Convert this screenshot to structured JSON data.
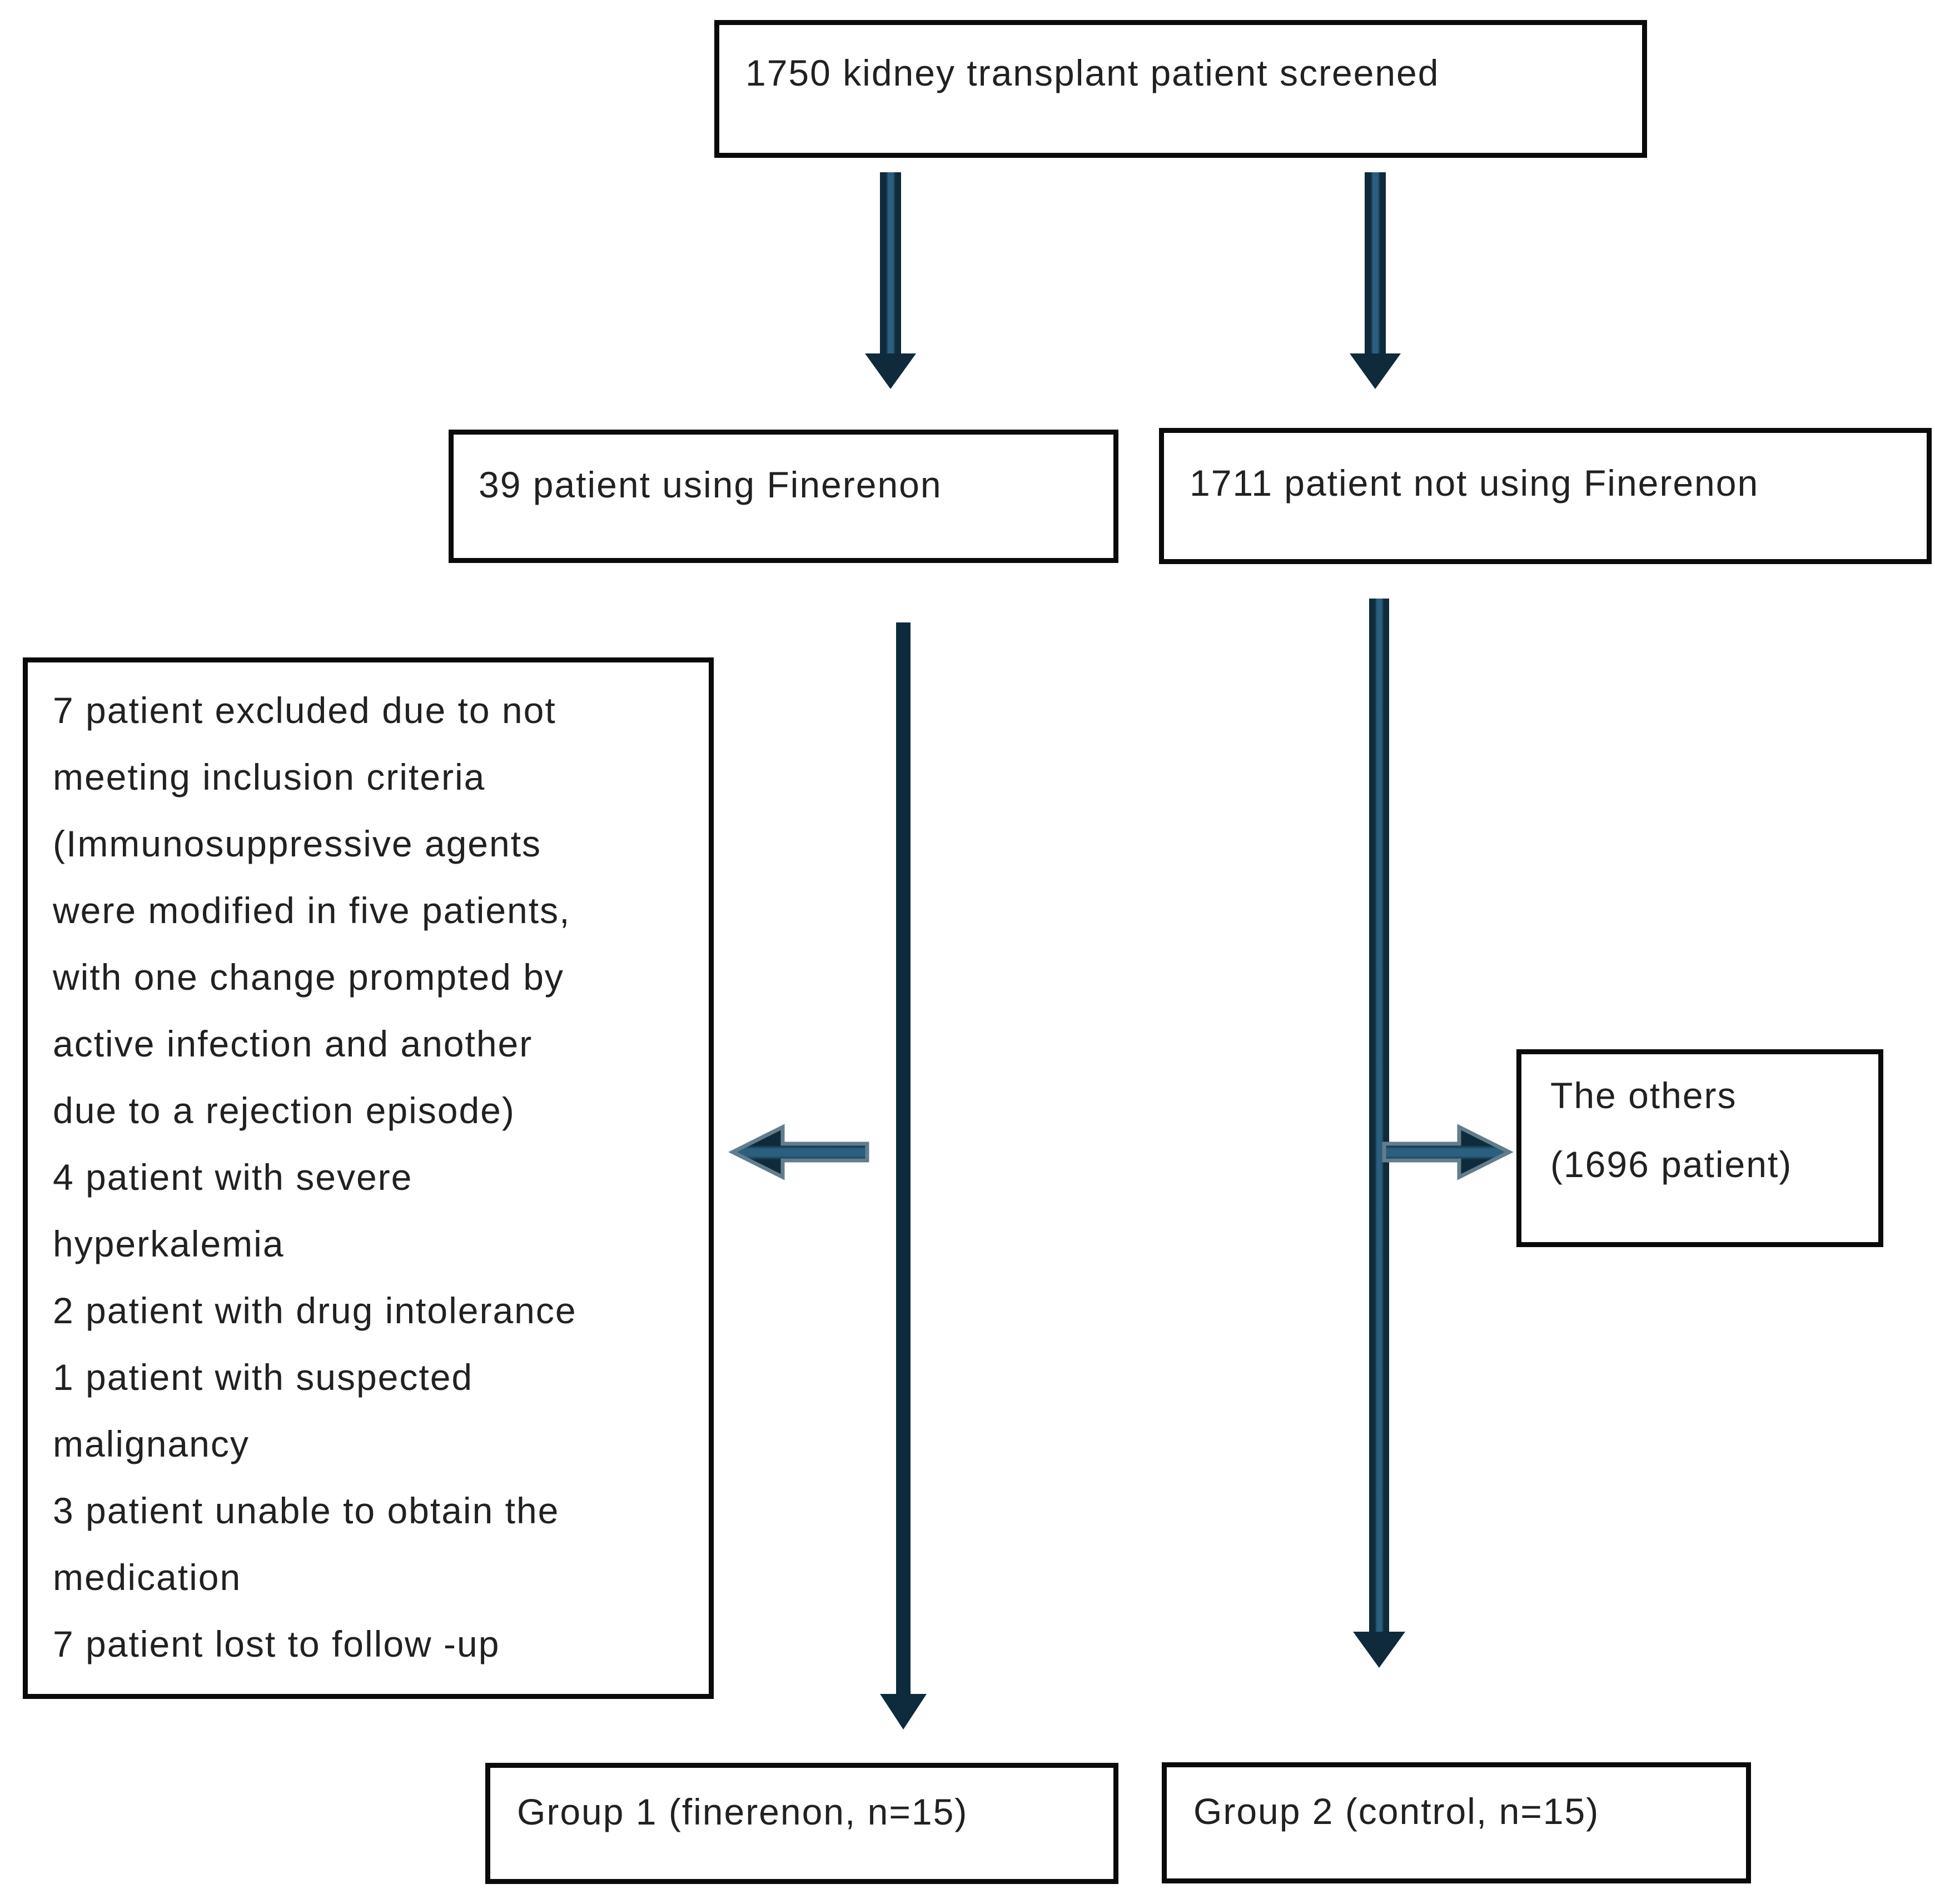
{
  "colors": {
    "arrow_dark": "#0f2a3a",
    "arrow_mid": "#2b5f80",
    "arrow_solid": "#0d2b3c",
    "arrow_outline": "#627e8c",
    "box_border": "#0a0a0a",
    "background": "#ffffff"
  },
  "boxes": {
    "screened": {
      "text": "1750 kidney transplant patient screened"
    },
    "finerenon": {
      "text": "39 patient using Finerenon"
    },
    "not_finerenon": {
      "text": "1711 patient not using Finerenon"
    },
    "exclusions": {
      "text": "7 patient excluded due to not\nmeeting inclusion criteria\n(Immunosuppressive agents\nwere modified in five patients,\nwith one change prompted by\nactive infection and another\ndue to a rejection episode)\n4 patient with severe\nhyperkalemia\n2 patient with drug intolerance\n1 patient with suspected\nmalignancy\n3 patient unable to obtain the\nmedication\n7 patient lost to follow -up"
    },
    "others": {
      "text": "The others\n(1696 patient)"
    },
    "group1": {
      "text": "Group 1 (finerenon, n=15)"
    },
    "group2": {
      "text": "Group 2 (control, n=15)"
    }
  }
}
